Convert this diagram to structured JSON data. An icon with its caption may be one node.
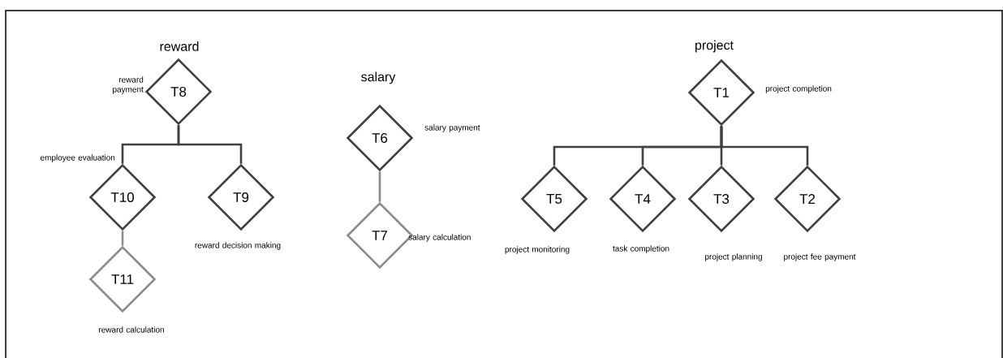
{
  "diagram": {
    "nodes": [
      {
        "text": [
          "T8"
        ],
        "beside": [
          "reward payment"
        ]
      },
      {
        "text": [
          "T10"
        ],
        "beside": [
          "employee evaluation"
        ]
      },
      {
        "text": [
          "T9"
        ],
        "beside": [
          "reward decision making"
        ]
      },
      {
        "text": [
          "T11"
        ],
        "beside": [
          "reward calculation"
        ]
      },
      {
        "text": [
          "T6"
        ],
        "beside": [
          "salary payment"
        ]
      },
      {
        "text": [
          "T7"
        ],
        "beside": [
          "salary calculation"
        ]
      },
      {
        "text": [
          "T1"
        ],
        "beside": [
          "project completion"
        ]
      },
      {
        "text": [
          "T5"
        ],
        "beside": [
          "project monitoring"
        ]
      },
      {
        "text": [
          "T4"
        ],
        "beside": [
          "task completion"
        ]
      },
      {
        "text": [
          "T3"
        ],
        "beside": [
          "project planning"
        ]
      },
      {
        "text": [
          "T2"
        ],
        "beside": [
          "project fee payment"
        ]
      }
    ],
    "edges": [
      {
        "from": 0,
        "to": 1,
        "arrow": "none"
      },
      {
        "from": 0,
        "to": 2,
        "arrow": "none"
      },
      {
        "from": 1,
        "to": 3,
        "arrow": "none",
        "color": "#8c8c8c"
      },
      {
        "from": 4,
        "to": 5,
        "arrow": "none",
        "color": "#8c8c8c"
      },
      {
        "from": 6,
        "to": 7,
        "arrow": "none"
      },
      {
        "from": 6,
        "to": 8,
        "arrow": "none"
      },
      {
        "from": 6,
        "to": 9,
        "arrow": "none"
      },
      {
        "from": 6,
        "to": 10,
        "arrow": "none"
      }
    ],
    "labels": [
      "reward",
      "salary",
      "project"
    ]
  }
}
